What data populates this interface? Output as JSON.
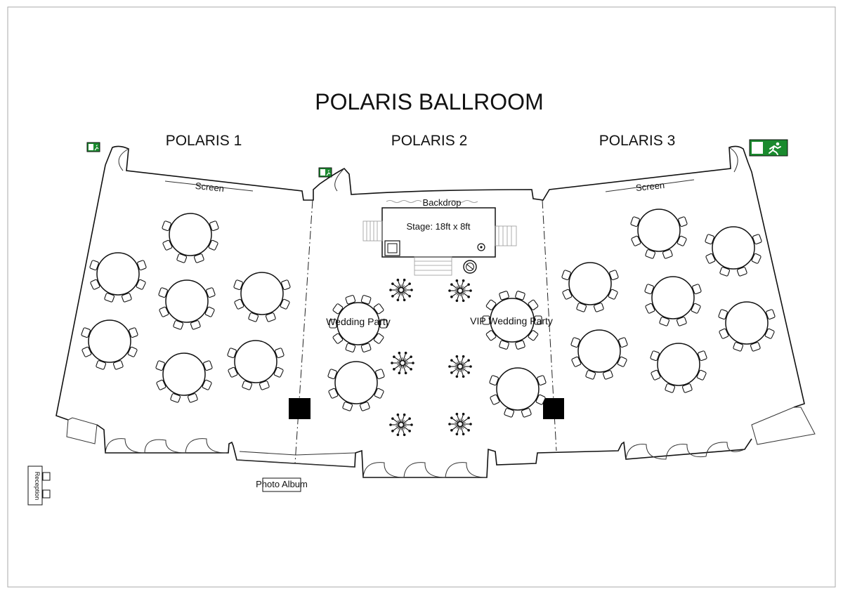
{
  "title": "POLARIS BALLROOM",
  "sections": [
    {
      "label": "POLARIS 1"
    },
    {
      "label": "POLARIS 2"
    },
    {
      "label": "POLARIS 3"
    }
  ],
  "labels": {
    "screen_left": "Screen",
    "screen_right": "Screen",
    "backdrop": "Backdrop",
    "stage": "Stage: 18ft x 8ft",
    "wedding_party": "Wedding Party",
    "vip_wedding_party": "VIP Wedding Party",
    "photo_album": "Photo Album",
    "reception": "Reception"
  },
  "icons": {
    "exit_sign": "exit-sign-icon",
    "round_table": "round-table-icon",
    "floral": "floral-centerpiece-icon",
    "speaker": "speaker-icon",
    "dj": "dj-deck-icon"
  },
  "colors": {
    "exit_green": "#1a8a2e",
    "stroke": "#111111",
    "speaker_fill": "#000000"
  }
}
